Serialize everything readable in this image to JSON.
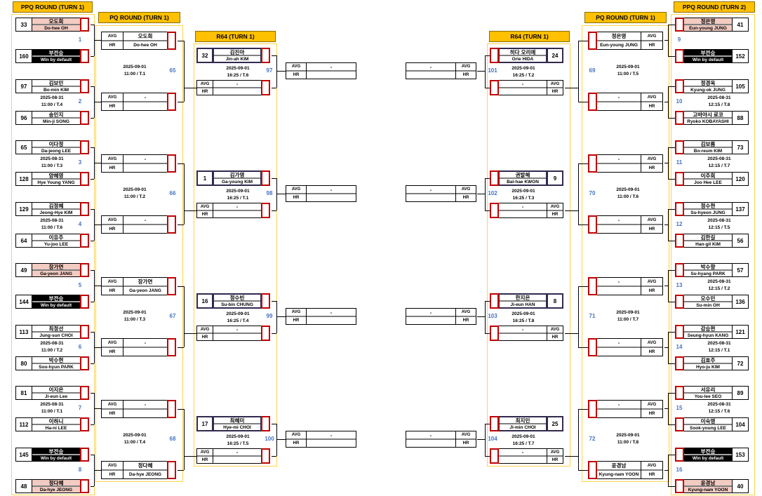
{
  "labels": {
    "avg": "AVG",
    "hr": "HR"
  },
  "colors": {
    "gold": "#FFC000",
    "frame": "#FFD34D",
    "blue": "#4472C4",
    "red": "#C00000",
    "navy": "#32294E",
    "pink": "#F2CBC2",
    "divider": "#7F7F7F"
  },
  "columns": {
    "left_ppq": {
      "title": "PPQ ROUND (TURN 1)",
      "matches": [
        {
          "num": "1",
          "top": {
            "seed": "33",
            "kr": "오도희",
            "en": "Do-hee OH",
            "style": "pink"
          },
          "bottom": {
            "seed": "160",
            "kr": "부전승",
            "en": "Win by default",
            "style": "bye"
          }
        },
        {
          "num": "2",
          "date": "2025-08-31",
          "time": "11:00 / T.4",
          "top": {
            "seed": "97",
            "kr": "김보민",
            "en": "Bo-min KIM"
          },
          "bottom": {
            "seed": "96",
            "kr": "송민지",
            "en": "Min-ji SONG"
          }
        },
        {
          "num": "3",
          "date": "2025-08-31",
          "time": "11:00 / T.3",
          "top": {
            "seed": "65",
            "kr": "이다정",
            "en": "Da-jeong LEE"
          },
          "bottom": {
            "seed": "128",
            "kr": "양혜영",
            "en": "Hye Young YANG"
          }
        },
        {
          "num": "4",
          "date": "2025-08-31",
          "time": "11:00 / T.6",
          "top": {
            "seed": "129",
            "kr": "김정혜",
            "en": "Jeong-Hye KIM"
          },
          "bottom": {
            "seed": "64",
            "kr": "이유주",
            "en": "Yu-joo LEE"
          }
        },
        {
          "num": "5",
          "top": {
            "seed": "49",
            "kr": "장가연",
            "en": "Ga-yeon JANG",
            "style": "pink"
          },
          "bottom": {
            "seed": "144",
            "kr": "부전승",
            "en": "Win by default",
            "style": "bye"
          }
        },
        {
          "num": "6",
          "date": "2025-08-31",
          "time": "11:00 / T.2",
          "top": {
            "seed": "113",
            "kr": "최정선",
            "en": "Jung-sun CHOI"
          },
          "bottom": {
            "seed": "80",
            "kr": "박수현",
            "en": "Soo-hyun PARK"
          }
        },
        {
          "num": "7",
          "date": "2025-08-31",
          "time": "11:00 / T.1",
          "top": {
            "seed": "81",
            "kr": "이지은",
            "en": "Ji-eun Lee"
          },
          "bottom": {
            "seed": "112",
            "kr": "이하니",
            "en": "Ha-ni LEE"
          }
        },
        {
          "num": "8",
          "top": {
            "seed": "145",
            "kr": "부전승",
            "en": "Win by default",
            "style": "bye"
          },
          "bottom": {
            "seed": "48",
            "kr": "정다혜",
            "en": "Da-hye JEONG",
            "style": "pink"
          }
        }
      ]
    },
    "left_pq": {
      "title": "PQ ROUND (TURN 1)",
      "matches": [
        {
          "num": "65",
          "date": "2025-09-01",
          "time": "11:00 / T.1",
          "top": {
            "line1": "오도희",
            "line2": "Do-hee OH"
          },
          "bottom": {
            "line1": "-",
            "line2": ""
          }
        },
        {
          "num": "66",
          "date": "2025-09-01",
          "time": "11:00 / T.2",
          "top": {
            "line1": "-",
            "line2": ""
          },
          "bottom": {
            "line1": "-",
            "line2": ""
          }
        },
        {
          "num": "67",
          "date": "2025-09-01",
          "time": "11:00 / T.3",
          "top": {
            "line1": "장가연",
            "line2": "Ga-yeon JANG"
          },
          "bottom": {
            "line1": "-",
            "line2": ""
          }
        },
        {
          "num": "68",
          "date": "2025-09-01",
          "time": "11:00 / T.4",
          "top": {
            "line1": "-",
            "line2": ""
          },
          "bottom": {
            "line1": "정다혜",
            "line2": "Da-hye JEONG"
          }
        }
      ]
    },
    "left_r64": {
      "title": "R64 (TURN 1)",
      "matches": [
        {
          "num": "97",
          "date": "2025-09-01",
          "time": "16:25 / T.6",
          "top": {
            "seed": "32",
            "kr": "김진아",
            "en": "Jin-ah KIM"
          },
          "bottom": {
            "line1": "-",
            "line2": ""
          }
        },
        {
          "num": "98",
          "date": "2025-09-01",
          "time": "16:25 / T.1",
          "top": {
            "seed": "1",
            "kr": "김가영",
            "en": "Ga-young KIM"
          },
          "bottom": {
            "line1": "-",
            "line2": ""
          }
        },
        {
          "num": "99",
          "date": "2025-09-01",
          "time": "16:25 / T.4",
          "top": {
            "seed": "16",
            "kr": "정수빈",
            "en": "Su-bin CHUNG"
          },
          "bottom": {
            "line1": "-",
            "line2": ""
          }
        },
        {
          "num": "100",
          "date": "2025-09-01",
          "time": "16:25 / T.5",
          "top": {
            "seed": "17",
            "kr": "최혜미",
            "en": "Hye-mi CHOI"
          },
          "bottom": {
            "line1": "-",
            "line2": ""
          }
        }
      ]
    },
    "right_r64": {
      "title": "R64 (TURN 1)",
      "matches": [
        {
          "num": "101",
          "date": "2025-09-01",
          "time": "16:25 / T.2",
          "top": {
            "seed": "24",
            "kr": "히다 오리에",
            "en": "Orie HIDA"
          },
          "bottom": {
            "line1": "-",
            "line2": ""
          }
        },
        {
          "num": "102",
          "date": "2025-09-01",
          "time": "16:25 / T.3",
          "top": {
            "seed": "9",
            "kr": "권발해",
            "en": "Bal-hae KWON"
          },
          "bottom": {
            "line1": "-",
            "line2": ""
          }
        },
        {
          "num": "103",
          "date": "2025-09-01",
          "time": "16:25 / T.8",
          "top": {
            "seed": "8",
            "kr": "한지은",
            "en": "Ji-eun HAN"
          },
          "bottom": {
            "line1": "-",
            "line2": ""
          }
        },
        {
          "num": "104",
          "date": "2025-09-01",
          "time": "16:25 / T.7",
          "top": {
            "seed": "25",
            "kr": "최지민",
            "en": "Ji-min CHOI"
          },
          "bottom": {
            "line1": "-",
            "line2": ""
          }
        }
      ]
    },
    "right_pq": {
      "title": "PQ ROUND (TURN 1)",
      "matches": [
        {
          "num": "69",
          "date": "2025-09-01",
          "time": "11:00 / T.5",
          "top": {
            "line1": "정은영",
            "line2": "Eun-young JUNG"
          },
          "bottom": {
            "line1": "-",
            "line2": ""
          }
        },
        {
          "num": "70",
          "date": "2025-09-01",
          "time": "11:00 / T.6",
          "top": {
            "line1": "-",
            "line2": ""
          },
          "bottom": {
            "line1": "-",
            "line2": ""
          }
        },
        {
          "num": "71",
          "date": "2025-09-01",
          "time": "11:00 / T.7",
          "top": {
            "line1": "-",
            "line2": ""
          },
          "bottom": {
            "line1": "-",
            "line2": ""
          }
        },
        {
          "num": "72",
          "date": "2025-09-01",
          "time": "11:00 / T.8",
          "top": {
            "line1": "-",
            "line2": ""
          },
          "bottom": {
            "line1": "윤경남",
            "line2": "Kyung-nam YOON"
          }
        }
      ]
    },
    "right_ppq": {
      "title": "PPQ ROUND (TURN 2)",
      "matches": [
        {
          "num": "9",
          "top": {
            "seed": "41",
            "kr": "정은영",
            "en": "Eun-young JUNG",
            "style": "pink"
          },
          "bottom": {
            "seed": "152",
            "kr": "부전승",
            "en": "Win by default",
            "style": "bye"
          }
        },
        {
          "num": "10",
          "date": "2025-08-31",
          "time": "12:15 / T.8",
          "top": {
            "seed": "105",
            "kr": "정경옥",
            "en": "Kyung-ok JUNG"
          },
          "bottom": {
            "seed": "88",
            "kr": "고바야시 료코",
            "en": "Ryoko KOBAYASHI"
          }
        },
        {
          "num": "11",
          "date": "2025-08-31",
          "time": "12:15 / T.7",
          "top": {
            "seed": "73",
            "kr": "김보름",
            "en": "Bo-reum KIM"
          },
          "bottom": {
            "seed": "120",
            "kr": "이주희",
            "en": "Joo Hee LEE"
          }
        },
        {
          "num": "12",
          "date": "2025-08-31",
          "time": "12:15 / T.5",
          "top": {
            "seed": "137",
            "kr": "정수현",
            "en": "Su-hyeon JUNG"
          },
          "bottom": {
            "seed": "56",
            "kr": "김한길",
            "en": "Han-gil KIM"
          }
        },
        {
          "num": "13",
          "date": "2025-08-31",
          "time": "12:15 / T.2",
          "top": {
            "seed": "57",
            "kr": "박수향",
            "en": "Su-hyang PARK"
          },
          "bottom": {
            "seed": "136",
            "kr": "오수민",
            "en": "Su-min OH"
          }
        },
        {
          "num": "14",
          "date": "2025-08-31",
          "time": "12:15 / T.1",
          "top": {
            "seed": "121",
            "kr": "강승현",
            "en": "Seung-hyun KANG"
          },
          "bottom": {
            "seed": "72",
            "kr": "김효주",
            "en": "Hyo-ju KIM"
          }
        },
        {
          "num": "15",
          "date": "2025-08-31",
          "time": "12:15 / T.6",
          "top": {
            "seed": "89",
            "kr": "서유리",
            "en": "You-lee SEO"
          },
          "bottom": {
            "seed": "104",
            "kr": "이숙영",
            "en": "Sook-young LEE"
          }
        },
        {
          "num": "16",
          "top": {
            "seed": "153",
            "kr": "부전승",
            "en": "Win by default",
            "style": "bye"
          },
          "bottom": {
            "seed": "40",
            "kr": "윤경남",
            "en": "Kyung-nam YOON",
            "style": "pink"
          }
        }
      ]
    }
  },
  "center": {
    "left_boxes": [
      {
        "line1": "-",
        "line2": ""
      },
      {
        "line1": "-",
        "line2": ""
      },
      {
        "line1": "-",
        "line2": ""
      },
      {
        "line1": "-",
        "line2": ""
      }
    ],
    "right_boxes": [
      {
        "line1": "-",
        "line2": ""
      },
      {
        "line1": "-",
        "line2": ""
      },
      {
        "line1": "-",
        "line2": ""
      },
      {
        "line1": "-",
        "line2": ""
      }
    ]
  }
}
